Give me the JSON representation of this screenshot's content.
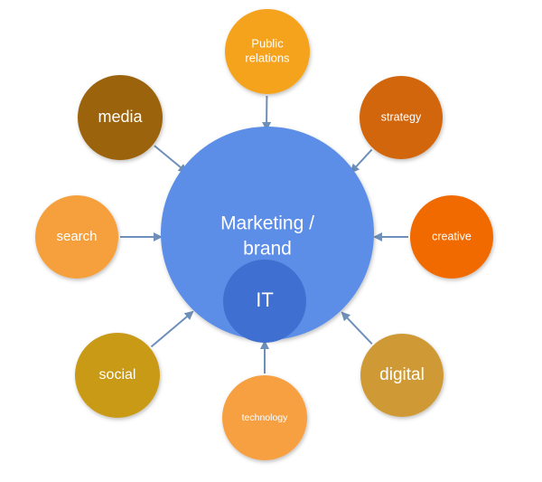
{
  "center": {
    "line1": "Marketing /",
    "line2": "brand",
    "color": "#5b8ee8"
  },
  "inner": {
    "label": "IT",
    "color": "#3f6fd0"
  },
  "arrow_color": "#6d8fb8",
  "satellites": [
    {
      "id": "public-relations",
      "lines": [
        "Public",
        "relations"
      ],
      "color": "#f5a31c"
    },
    {
      "id": "strategy",
      "lines": [
        "strategy"
      ],
      "color": "#d2660c"
    },
    {
      "id": "creative",
      "lines": [
        "creative"
      ],
      "color": "#f06a06"
    },
    {
      "id": "digital",
      "lines": [
        "digital"
      ],
      "color": "#cf9a34"
    },
    {
      "id": "technology",
      "lines": [
        "technology"
      ],
      "color": "#f6a043"
    },
    {
      "id": "social",
      "lines": [
        "social"
      ],
      "color": "#c99a17"
    },
    {
      "id": "search",
      "lines": [
        "search"
      ],
      "color": "#f5a03c"
    },
    {
      "id": "media",
      "lines": [
        "media"
      ],
      "color": "#9c6308"
    }
  ]
}
